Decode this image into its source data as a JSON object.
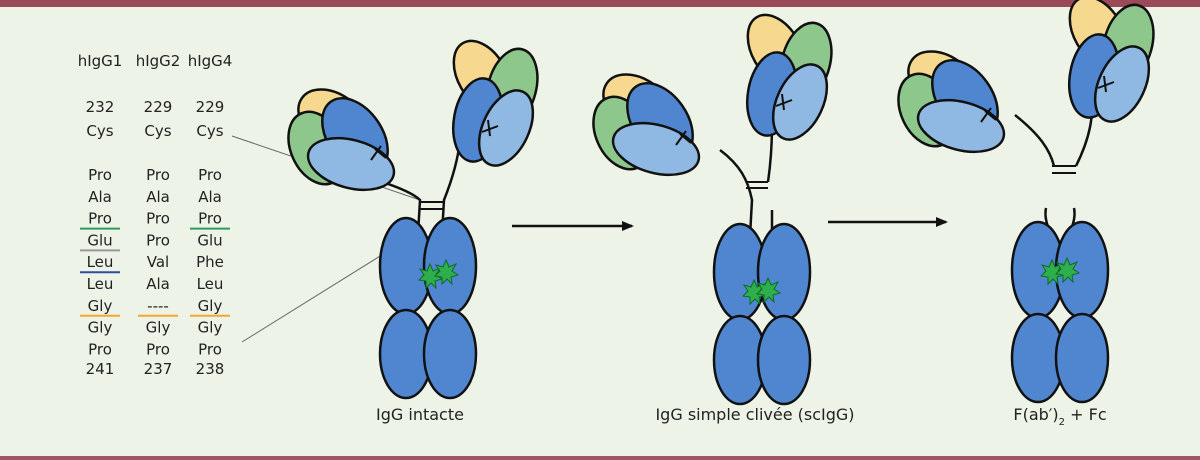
{
  "colors": {
    "background": "#eef3e7",
    "border": "#9b4a5a",
    "domain_blue": "#4f86cf",
    "domain_light_blue": "#8fb8e3",
    "domain_yellow": "#f6d98e",
    "domain_green": "#8dc78b",
    "protease_green": "#2fae4c",
    "line_green": "#2e9b57",
    "line_gray": "#999999",
    "line_blue": "#2c4f9c",
    "line_orange": "#f0a830",
    "missing_red": "#e03030"
  },
  "table": {
    "headers": [
      "hIgG1",
      "hIgG2",
      "hIgG4"
    ],
    "start_positions": [
      "232",
      "229",
      "229"
    ],
    "cys": [
      "Cys",
      "Cys",
      "Cys"
    ],
    "rows": [
      [
        "Pro",
        "Pro",
        "Pro"
      ],
      [
        "Ala",
        "Ala",
        "Ala"
      ],
      [
        "Pro",
        "Pro",
        "Pro"
      ],
      [
        "Glu",
        "Pro",
        "Glu"
      ],
      [
        "Leu",
        "Val",
        "Phe"
      ],
      [
        "Leu",
        "Ala",
        "Leu"
      ],
      [
        "Gly",
        "----",
        "Gly"
      ],
      [
        "Gly",
        "Gly",
        "Gly"
      ],
      [
        "Pro",
        "Pro",
        "Pro"
      ]
    ],
    "end_positions": [
      "241",
      "237",
      "238"
    ]
  },
  "captions": {
    "intact": "IgG intacte",
    "single": "IgG simple clivée (scIgG)",
    "fab_main": "F(ab′)",
    "fab_sub": "2",
    "fab_rest": " + Fc"
  }
}
